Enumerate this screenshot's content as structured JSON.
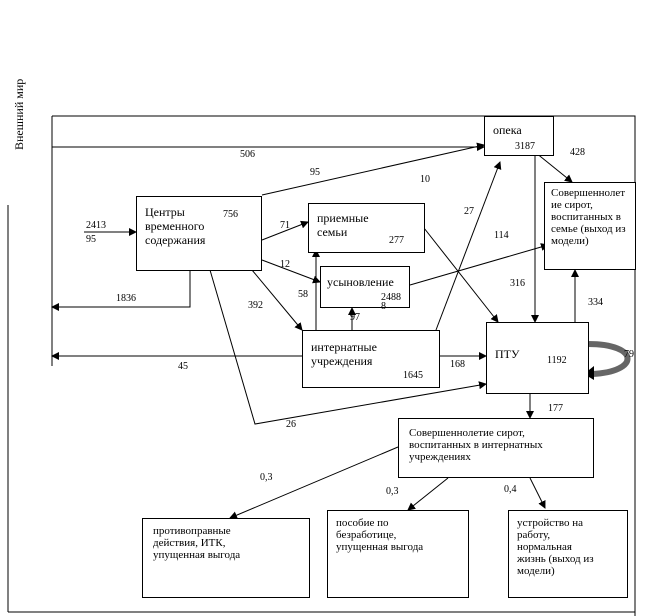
{
  "outer_world_label": "Внешний мир",
  "boxes": {
    "opeka": {
      "label": "опека",
      "value": "3187"
    },
    "centers": {
      "label": "Центры\nвременного\nсодержания",
      "value": "756"
    },
    "foster": {
      "label": "приемные\nсемьи",
      "value": "277"
    },
    "adoption": {
      "label": "усыновление",
      "value": "2488",
      "value2": "8"
    },
    "internat": {
      "label": "интернатные\nучреждения",
      "value": "1645"
    },
    "ptu": {
      "label": "ПТУ",
      "value": "1192"
    },
    "adult_family": {
      "label": "Совершеннолет\nие сирот,\nвоспитанных в\nсемье (выход из\nмодели)"
    },
    "adult_internat": {
      "label": "Совершеннолетие сирот,\nвоспитанных в интернатных\nучреждениях"
    },
    "crime": {
      "label": "противоправные\nдействия, ИТК,\nупущенная выгода"
    },
    "benefit": {
      "label": "пособие по\nбезработице,\nупущенная выгода"
    },
    "job": {
      "label": "устройство на\nработу,\nнормальная\nжизнь (выход из\nмодели)"
    }
  },
  "flows": {
    "world_to_opeka": "506",
    "centers_to_opeka": "95",
    "opeka_to_adult": "428",
    "into_centers": "2413",
    "into_centers_2": "95",
    "to_opeka_10": "10",
    "centers_to_foster": "71",
    "centers_to_adoption": "12",
    "internat_to_opeka": "27",
    "adoption_to_adult": "114",
    "opeka_to_ptu": "316",
    "centers_to_world": "1836",
    "internat_to_adoption_58": "58",
    "internat_to_adoption_97": "97",
    "centers_to_internat": "392",
    "ptu_to_adult": "334",
    "ptu_self": "79",
    "internat_to_world": "45",
    "internat_to_ptu": "168",
    "centers_to_ptu": "26",
    "ptu_to_adult_internat": "177",
    "to_crime": "0,3",
    "to_benefit": "0,3",
    "to_job": "0,4"
  }
}
